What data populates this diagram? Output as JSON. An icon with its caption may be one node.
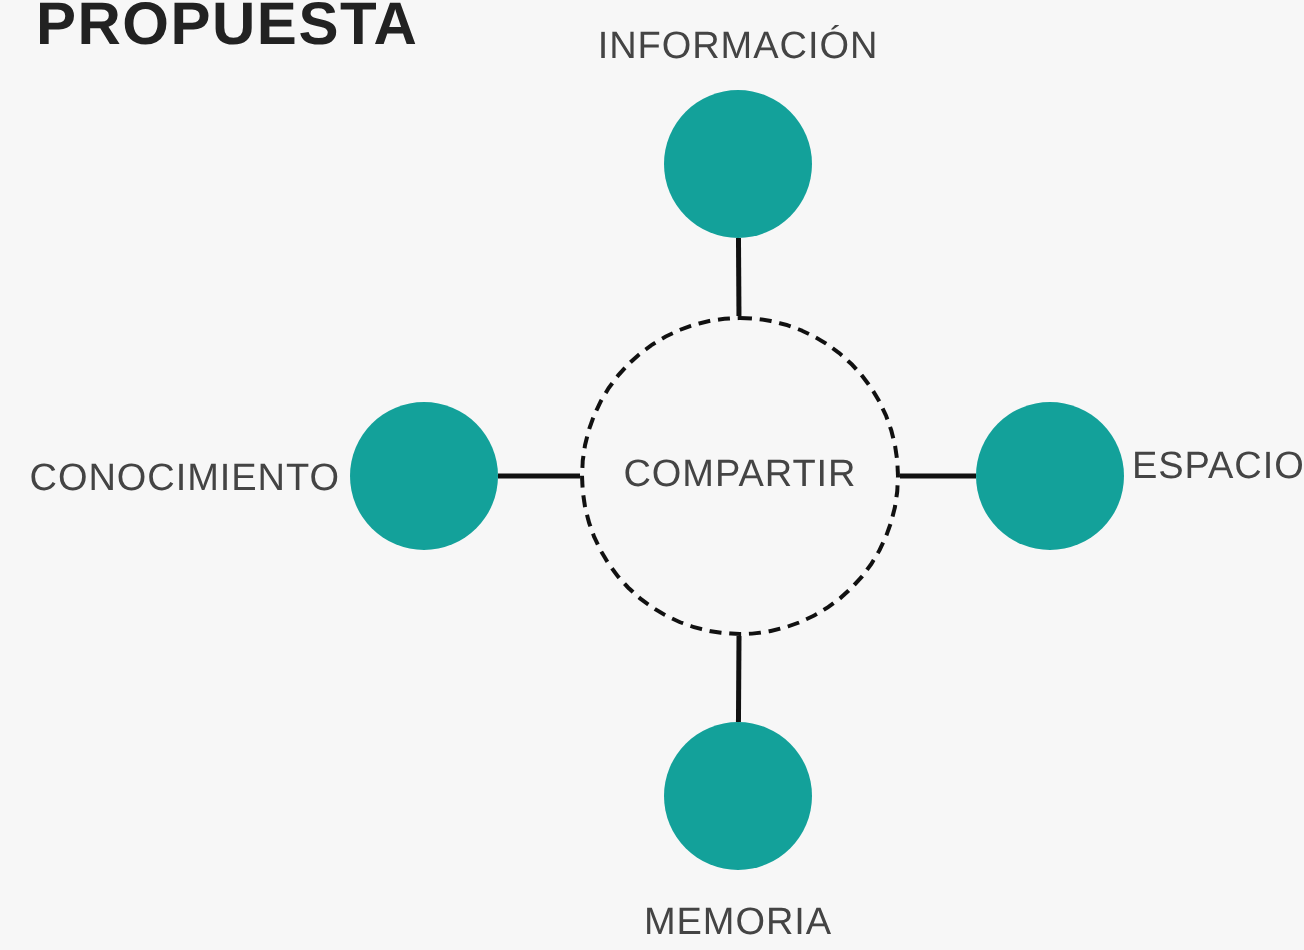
{
  "diagram": {
    "title": "PROPUESTA",
    "nodes": [
      {
        "text": [],
        "shape": "circle",
        "beside": [
          "INFORMACIÓN"
        ]
      },
      {
        "text": [],
        "shape": "circle",
        "beside": [
          "CONOCIMIENTO"
        ]
      },
      {
        "text": [
          "COMPARTIR"
        ]
      },
      {
        "text": [],
        "shape": "circle",
        "beside": [
          "ESPACIO"
        ]
      },
      {
        "text": [],
        "shape": "circle",
        "beside": [
          "MEMORIA"
        ]
      }
    ],
    "edges": [
      {
        "from": 2,
        "to": 0,
        "arrow": "none"
      },
      {
        "from": 2,
        "to": 1,
        "arrow": "none"
      },
      {
        "from": 2,
        "to": 3,
        "arrow": "none"
      },
      {
        "from": 2,
        "to": 4,
        "arrow": "none"
      }
    ]
  }
}
